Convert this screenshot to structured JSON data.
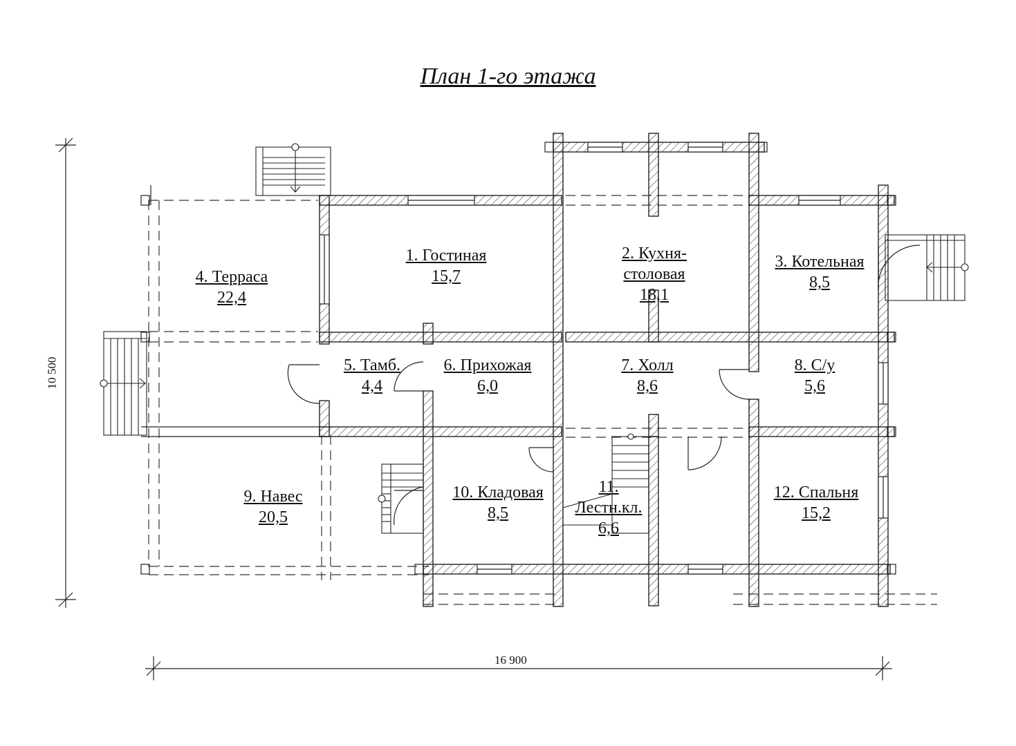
{
  "title": "План 1-го этажа",
  "dimensions": {
    "width": "16 900",
    "height": "10 500"
  },
  "rooms": [
    {
      "name": "1. Гостиная",
      "area": "15,7"
    },
    {
      "name": "2. Кухня-",
      "name2": "столовая",
      "area": "18,1"
    },
    {
      "name": "3. Котельная",
      "area": "8,5"
    },
    {
      "name": "4. Терраса",
      "area": "22,4"
    },
    {
      "name": "5. Тамб.",
      "area": "4,4"
    },
    {
      "name": "6. Прихожая",
      "area": "6,0"
    },
    {
      "name": "7. Холл",
      "area": "8,6"
    },
    {
      "name": "8. С/у",
      "area": "5,6"
    },
    {
      "name": "9. Навес",
      "area": "20,5"
    },
    {
      "name": "10. Кладовая",
      "area": "8,5"
    },
    {
      "name": "11.",
      "name2": "Лестн.кл.",
      "area": "6,6"
    },
    {
      "name": "12. Спальня",
      "area": "15,2"
    }
  ]
}
